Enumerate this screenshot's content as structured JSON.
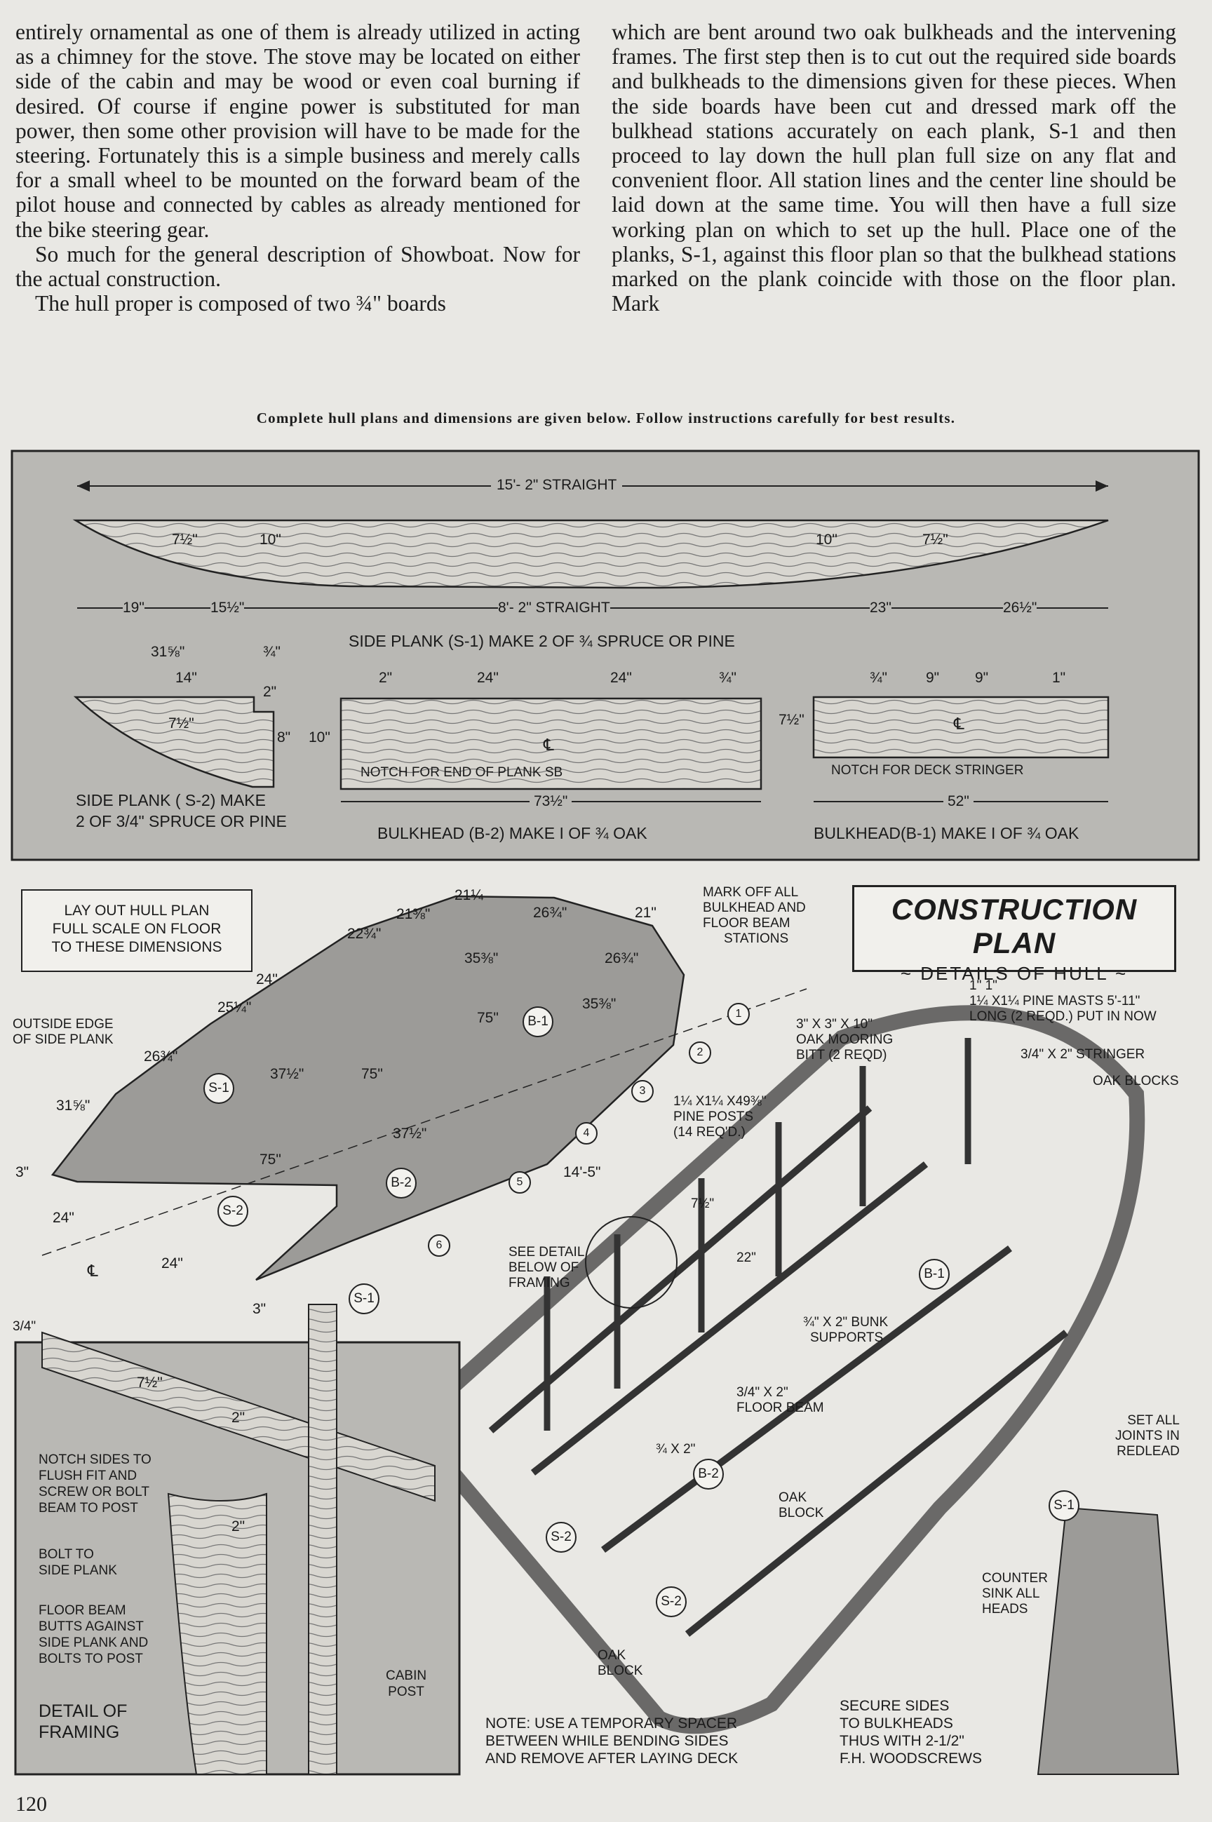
{
  "article": {
    "left_column": [
      "entirely ornamental as one of them is already utilized in acting as a chimney for the stove. The stove may be located on either side of the cabin and may be wood or even coal burning if desired. Of course if engine power is substituted for man power, then some other provision will have to be made for the steering. Fortunately this is a simple business and merely calls for a small wheel to be mounted on the forward beam of the pilot house and connected by cables as already mentioned for the bike steering gear.",
      "So much for the general description of Showboat. Now for the actual construction.",
      "The hull proper is composed of two ¾\" boards"
    ],
    "right_column": [
      "which are bent around two oak bulkheads and the intervening frames. The first step then is to cut out the required side boards and bulkheads to the dimensions given for these pieces. When the side boards have been cut and dressed mark off the bulkhead stations accurately on each plank, S-1 and then proceed to lay down the hull plan full size on any flat and convenient floor. All station lines and the center line should be laid down at the same time. You will then have a full size working plan on which to set up the hull. Place one of the planks, S-1, against this floor plan so that the bulkhead stations marked on the plank coincide with those on the floor plan. Mark"
    ],
    "caption": "Complete hull plans and dimensions are given below. Follow instructions carefully for best results."
  },
  "plans": {
    "s1_length": "15'- 2\"  STRAIGHT",
    "s1_dims": [
      "7½\"",
      "10\"",
      "10\"",
      "7½\"",
      "19\"",
      "15½\"",
      "8'- 2\"  STRAIGHT",
      "23\"",
      "26½\""
    ],
    "s1_label": "SIDE PLANK  (S-1)  MAKE  2  OF  ¾  SPRUCE OR PINE",
    "s2_dims": [
      "31⅝\"",
      "14\"",
      "2\"",
      "¾\"",
      "7½\"",
      "8\"",
      "10\""
    ],
    "s2_label": [
      "SIDE PLANK ( S-2) MAKE",
      "2 OF 3/4\" SPRUCE OR PINE"
    ],
    "b2_dims": [
      "2\"",
      "24\"",
      "24\"",
      "¾\"",
      "℄",
      "7½\""
    ],
    "b2_notch": "NOTCH FOR END OF PLANK SB",
    "b2_length": "73½\"",
    "b2_label": "BULKHEAD (B-2) MAKE I OF ¾ OAK",
    "b1_dims": [
      "¾\"",
      "9\"",
      "9\"",
      "1\"",
      "℄"
    ],
    "b1_notch": "NOTCH FOR DECK STRINGER",
    "b1_length": "52\"",
    "b1_label": "BULKHEAD(B-1) MAKE I OF ¾ OAK"
  },
  "construction": {
    "title": "CONSTRUCTION PLAN",
    "subtitle": "~ DETAILS OF HULL ~",
    "layout_note": [
      "LAY OUT HULL PLAN",
      "FULL SCALE ON FLOOR",
      "TO THESE DIMENSIONS"
    ],
    "mark_off_note": [
      "MARK OFF ALL",
      "BULKHEAD AND",
      "FLOOR BEAM",
      "STATIONS"
    ],
    "outside_edge": [
      "OUTSIDE EDGE",
      "OF SIDE PLANK"
    ],
    "hull_dims": [
      "21¼",
      "21⅜\"",
      "22¾\"",
      "26¾\"",
      "21\"",
      "35⅜\"",
      "26¾\"",
      "24\"",
      "25¼\"",
      "75\"",
      "35⅜\"",
      "26¾\"",
      "37½\"",
      "75\"",
      "31⅝\"",
      "37½\"",
      "75\"",
      "3\"",
      "24\"",
      "24\"",
      "℄",
      "14'-5\"",
      "3\"",
      "3/4\""
    ],
    "stations": [
      "1",
      "2",
      "3",
      "4",
      "5",
      "6"
    ],
    "part_tags": [
      "S-1",
      "B-1",
      "B-2",
      "S-2",
      "S-1",
      "B-1",
      "B-2",
      "S-2",
      "S-2",
      "S-1"
    ],
    "iso_labels": {
      "masts": [
        "1\"   1\"",
        "1¼ X1¼  PINE MASTS 5'-11\"",
        "LONG (2 REQD.) PUT IN NOW"
      ],
      "bitt": [
        "3\" X 3\" X 10\"",
        "OAK MOORING",
        "BITT  (2 REQD)"
      ],
      "stringer": "3/4\" X 2\"  STRINGER",
      "oak_blocks": "OAK BLOCKS",
      "posts": [
        "1¼ X1¼ X49⅜\"",
        "PINE POSTS",
        "(14 REQ'D.)"
      ],
      "post_dim": "7½\"",
      "see_detail": [
        "SEE DETAIL",
        "BELOW OF",
        "FRAMING"
      ],
      "spacing": "22\"",
      "bunk": [
        "¾\" X 2\"  BUNK",
        "SUPPORTS"
      ],
      "floor_beam": [
        "3/4\" X 2\"",
        "FLOOR BEAM"
      ],
      "three_quarter": "¾ X 2\"",
      "oak_block1": [
        "OAK",
        "BLOCK"
      ],
      "oak_block2": [
        "OAK",
        "BLOCK"
      ],
      "set_joints": [
        "SET ALL",
        "JOINTS IN",
        "REDLEAD"
      ],
      "counter_sink": [
        "COUNTER",
        "SINK ALL",
        "HEADS"
      ],
      "note": [
        "NOTE:  USE A TEMPORARY SPACER",
        "BETWEEN WHILE BENDING SIDES",
        "AND REMOVE AFTER LAYING DECK"
      ],
      "secure": [
        "SECURE SIDES",
        "TO BULKHEADS",
        "THUS WITH 2-1/2\"",
        "F.H. WOODSCREWS"
      ]
    },
    "detail": {
      "dims": [
        "7½\"",
        "2\"",
        "2\""
      ],
      "notch": [
        "NOTCH SIDES TO",
        "FLUSH FIT AND",
        "SCREW OR BOLT",
        "BEAM TO POST"
      ],
      "bolt": [
        "BOLT TO",
        "SIDE PLANK"
      ],
      "floor_beam": [
        "FLOOR BEAM",
        "BUTTS AGAINST",
        "SIDE PLANK AND",
        "BOLTS TO POST"
      ],
      "cabin_post": [
        "CABIN",
        "POST"
      ],
      "title": [
        "DETAIL OF",
        "FRAMING"
      ]
    }
  },
  "page_number": "120",
  "colors": {
    "paper": "#e9e8e4",
    "ink": "#1c1c1c",
    "plan_bg": "#b9b8b4",
    "hull_fill": "#9c9b98",
    "wood": "#d8d6d0"
  }
}
